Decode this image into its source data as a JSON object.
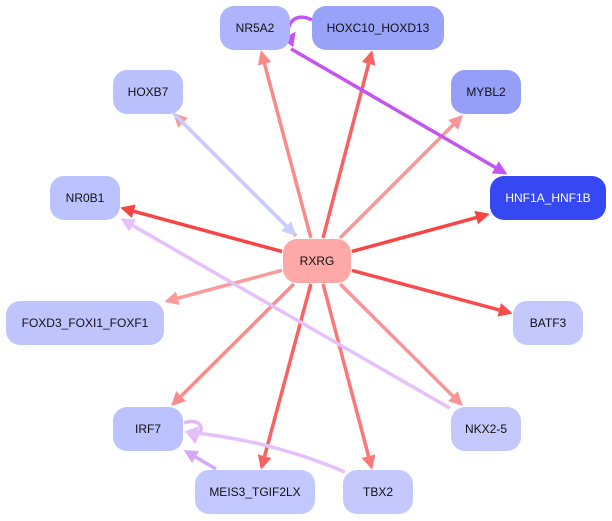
{
  "graph": {
    "nodes": [
      {
        "id": "RXRG",
        "label": "RXRG",
        "fill": "#ffa8a8",
        "text": "#111111"
      },
      {
        "id": "NR5A2",
        "label": "NR5A2",
        "fill": "#adb4fb",
        "text": "#111111"
      },
      {
        "id": "HOXC10_HOXD13",
        "label": "HOXC10_HOXD13",
        "fill": "#98a2f8",
        "text": "#111111"
      },
      {
        "id": "HOXB7",
        "label": "HOXB7",
        "fill": "#bbc1fd",
        "text": "#111111"
      },
      {
        "id": "MYBL2",
        "label": "MYBL2",
        "fill": "#959ff8",
        "text": "#111111"
      },
      {
        "id": "NR0B1",
        "label": "NR0B1",
        "fill": "#bcc2fd",
        "text": "#111111"
      },
      {
        "id": "HNF1A_HNF1B",
        "label": "HNF1A_HNF1B",
        "fill": "#3648f2",
        "text": "#ffffff"
      },
      {
        "id": "FOXD3_FOXI1_FOXF1",
        "label": "FOXD3_FOXI1_FOXF1",
        "fill": "#bfc4fd",
        "text": "#111111"
      },
      {
        "id": "BATF3",
        "label": "BATF3",
        "fill": "#c4c8fd",
        "text": "#111111"
      },
      {
        "id": "IRF7",
        "label": "IRF7",
        "fill": "#bcc2fd",
        "text": "#111111"
      },
      {
        "id": "NKX2-5",
        "label": "NKX2-5",
        "fill": "#c4c8fd",
        "text": "#111111"
      },
      {
        "id": "MEIS3_TGIF2LX",
        "label": "MEIS3_TGIF2LX",
        "fill": "#c2c7fd",
        "text": "#111111"
      },
      {
        "id": "TBX2",
        "label": "TBX2",
        "fill": "#c4c8fd",
        "text": "#111111"
      }
    ],
    "edges": [
      {
        "from": "RXRG",
        "to": "NR5A2",
        "color": "#fb8a8a"
      },
      {
        "from": "RXRG",
        "to": "HOXC10_HOXD13",
        "color": "#f96262"
      },
      {
        "from": "RXRG",
        "to": "HOXB7",
        "color": "#fb9a9a"
      },
      {
        "from": "HOXB7",
        "to": "RXRG",
        "color": "#c8cdfd"
      },
      {
        "from": "RXRG",
        "to": "MYBL2",
        "color": "#fb9494"
      },
      {
        "from": "RXRG",
        "to": "NR0B1",
        "color": "#f74444"
      },
      {
        "from": "RXRG",
        "to": "HNF1A_HNF1B",
        "color": "#f74444"
      },
      {
        "from": "RXRG",
        "to": "FOXD3_FOXI1_FOXF1",
        "color": "#fb9a9a"
      },
      {
        "from": "RXRG",
        "to": "BATF3",
        "color": "#f74c4c"
      },
      {
        "from": "RXRG",
        "to": "IRF7",
        "color": "#fb8a8a"
      },
      {
        "from": "RXRG",
        "to": "NKX2-5",
        "color": "#fb9494"
      },
      {
        "from": "RXRG",
        "to": "MEIS3_TGIF2LX",
        "color": "#f96262"
      },
      {
        "from": "RXRG",
        "to": "TBX2",
        "color": "#fa7878"
      },
      {
        "from": "NR5A2",
        "to": "HNF1A_HNF1B",
        "color": "#c356f2"
      },
      {
        "from": "HOXC10_HOXD13",
        "to": "NR5A2",
        "color": "#c356f2"
      },
      {
        "from": "NKX2-5",
        "to": "NR0B1",
        "color": "#e6c0fb"
      },
      {
        "from": "IRF7",
        "to": "IRF7",
        "color": "#e3b8fb"
      },
      {
        "from": "TBX2",
        "to": "IRF7",
        "color": "#e6c0fb"
      },
      {
        "from": "MEIS3_TGIF2LX",
        "to": "IRF7",
        "color": "#d8a8f8"
      }
    ]
  }
}
